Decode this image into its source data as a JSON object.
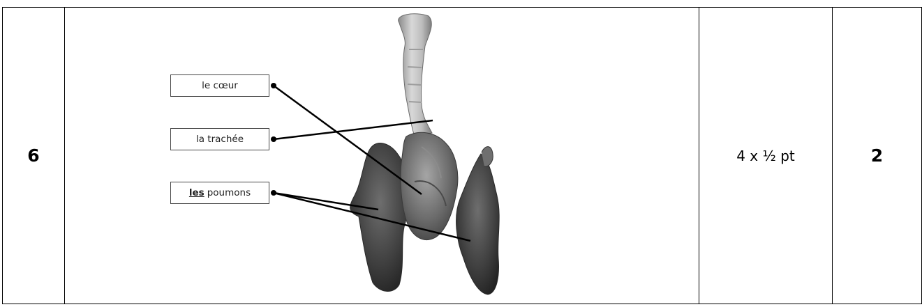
{
  "row": {
    "question_number": "6",
    "scoring_rule": "4 x ½ pt",
    "total_points": "2"
  },
  "figure": {
    "labels": {
      "coeur": "le cœur",
      "trachee": "la trachée",
      "poumons_bold": "les",
      "poumons_rest": "poumons"
    }
  }
}
